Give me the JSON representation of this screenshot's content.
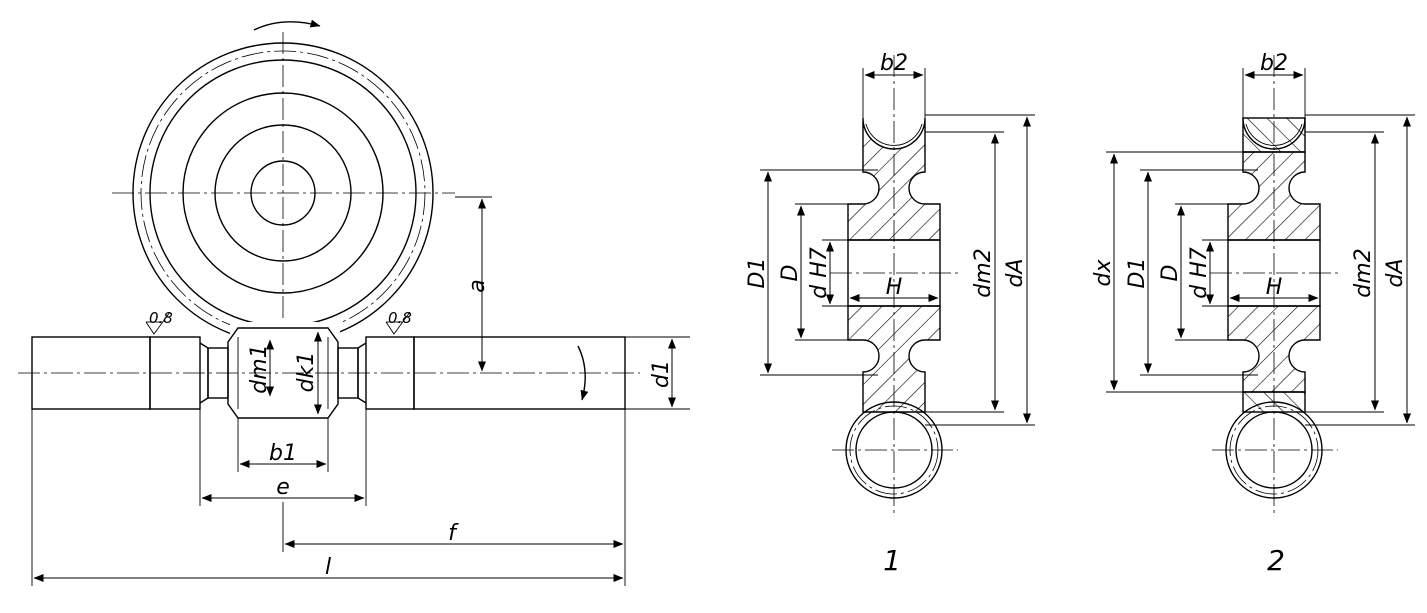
{
  "worm": {
    "dim_a": "a",
    "dim_b1": "b1",
    "dim_e": "e",
    "dim_f": "f",
    "dim_l": "l",
    "dim_d1": "d1",
    "dim_dm1": "dm1",
    "dim_dk1": "dk1",
    "roughness_left": "0.8",
    "roughness_right": "0.8"
  },
  "wheel1": {
    "caption": "1",
    "b2": "b2",
    "D1": "D1",
    "D": "D",
    "dH7": "d H7",
    "H": "H",
    "dm2": "dm2",
    "dA": "dA"
  },
  "wheel2": {
    "caption": "2",
    "b2": "b2",
    "dx": "dx",
    "D1": "D1",
    "D": "D",
    "dH7": "d H7",
    "H": "H",
    "dm2": "dm2",
    "dA": "dA"
  }
}
